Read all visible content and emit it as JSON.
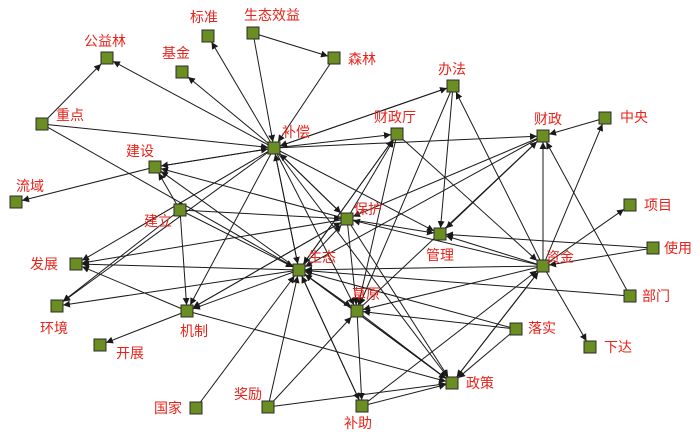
{
  "diagram": {
    "node_color": "#6b8e23",
    "label_color": "#e8231b",
    "edge_color": "#1a1a1a",
    "nodes": [
      {
        "id": "gongyilin",
        "label": "公益林"
      },
      {
        "id": "biaozhun",
        "label": "标准"
      },
      {
        "id": "shengtaixiaoyi",
        "label": "生态效益"
      },
      {
        "id": "jijin",
        "label": "基金"
      },
      {
        "id": "senlin",
        "label": "森林"
      },
      {
        "id": "banfa",
        "label": "办法"
      },
      {
        "id": "zhongdian",
        "label": "重点"
      },
      {
        "id": "caizhengting",
        "label": "财政厅"
      },
      {
        "id": "caizheng",
        "label": "财政"
      },
      {
        "id": "zhongyang",
        "label": "中央"
      },
      {
        "id": "buchang",
        "label": "补偿"
      },
      {
        "id": "jianshe",
        "label": "建设"
      },
      {
        "id": "liuyu",
        "label": "流域"
      },
      {
        "id": "jianli",
        "label": "建立"
      },
      {
        "id": "baohu",
        "label": "保护"
      },
      {
        "id": "xiangmu",
        "label": "项目"
      },
      {
        "id": "guanli",
        "label": "管理"
      },
      {
        "id": "shiyong",
        "label": "使用"
      },
      {
        "id": "fazhan",
        "label": "发展"
      },
      {
        "id": "shengtai",
        "label": "生态"
      },
      {
        "id": "zijin",
        "label": "资金"
      },
      {
        "id": "caoyuan",
        "label": "草原"
      },
      {
        "id": "huanjing",
        "label": "环境"
      },
      {
        "id": "jizhi",
        "label": "机制"
      },
      {
        "id": "bumen",
        "label": "部门"
      },
      {
        "id": "luoshi",
        "label": "落实"
      },
      {
        "id": "kaizhan",
        "label": "开展"
      },
      {
        "id": "xiada",
        "label": "下达"
      },
      {
        "id": "guojia",
        "label": "国家"
      },
      {
        "id": "jiangli",
        "label": "奖励"
      },
      {
        "id": "zhengce",
        "label": "政策"
      },
      {
        "id": "buzhu",
        "label": "补助"
      }
    ],
    "edges": [
      [
        "zhongdian",
        "gongyilin"
      ],
      [
        "zhongdian",
        "buchang"
      ],
      [
        "zhongdian",
        "shengtai"
      ],
      [
        "buchang",
        "biaozhun"
      ],
      [
        "buchang",
        "jijin"
      ],
      [
        "buchang",
        "gongyilin"
      ],
      [
        "shengtaixiaoyi",
        "senlin"
      ],
      [
        "shengtaixiaoyi",
        "buchang"
      ],
      [
        "senlin",
        "buchang"
      ],
      [
        "buchang",
        "banfa"
      ],
      [
        "buchang",
        "caizhengting"
      ],
      [
        "buchang",
        "caizheng"
      ],
      [
        "buchang",
        "jianshe"
      ],
      [
        "buchang",
        "huanjing"
      ],
      [
        "buchang",
        "fazhan"
      ],
      [
        "buchang",
        "jizhi"
      ],
      [
        "buchang",
        "shengtai"
      ],
      [
        "buchang",
        "caoyuan"
      ],
      [
        "buchang",
        "zhengce"
      ],
      [
        "buchang",
        "baohu"
      ],
      [
        "buchang",
        "guanli"
      ],
      [
        "zhongyang",
        "caizheng"
      ],
      [
        "caizheng",
        "baohu"
      ],
      [
        "caizheng",
        "shengtai"
      ],
      [
        "caizheng",
        "guanli"
      ],
      [
        "banfa",
        "guanli"
      ],
      [
        "banfa",
        "caoyuan"
      ],
      [
        "banfa",
        "buchang"
      ],
      [
        "caizhengting",
        "zijin"
      ],
      [
        "caizhengting",
        "shengtai"
      ],
      [
        "caizhengting",
        "caoyuan"
      ],
      [
        "jianshe",
        "liuyu"
      ],
      [
        "jianshe",
        "buchang"
      ],
      [
        "jianli",
        "jizhi"
      ],
      [
        "jianli",
        "huanjing"
      ],
      [
        "jianli",
        "baohu"
      ],
      [
        "jianli",
        "shengtai"
      ],
      [
        "jianli",
        "jianshe"
      ],
      [
        "baohu",
        "jianshe"
      ],
      [
        "baohu",
        "fazhan"
      ],
      [
        "baohu",
        "jizhi"
      ],
      [
        "baohu",
        "guanli"
      ],
      [
        "baohu",
        "caoyuan"
      ],
      [
        "baohu",
        "zhengce"
      ],
      [
        "baohu",
        "buchang"
      ],
      [
        "baohu",
        "caizhengting"
      ],
      [
        "shengtai",
        "fazhan"
      ],
      [
        "shengtai",
        "huanjing"
      ],
      [
        "shengtai",
        "jizhi"
      ],
      [
        "shengtai",
        "caoyuan"
      ],
      [
        "shengtai",
        "zhengce"
      ],
      [
        "shengtai",
        "buzhu"
      ],
      [
        "shengtai",
        "baohu"
      ],
      [
        "shengtai",
        "buchang"
      ],
      [
        "shengtai",
        "caizhengting"
      ],
      [
        "shengtai",
        "jianshe"
      ],
      [
        "zijin",
        "caizheng"
      ],
      [
        "zijin",
        "zhongyang"
      ],
      [
        "zijin",
        "xiangmu"
      ],
      [
        "zijin",
        "xiada"
      ],
      [
        "zijin",
        "baohu"
      ],
      [
        "zijin",
        "shengtai"
      ],
      [
        "zijin",
        "guanli"
      ],
      [
        "zijin",
        "banfa"
      ],
      [
        "zijin",
        "zhengce"
      ],
      [
        "zijin",
        "caoyuan"
      ],
      [
        "shiyong",
        "guanli"
      ],
      [
        "shiyong",
        "zijin"
      ],
      [
        "bumen",
        "caizheng"
      ],
      [
        "bumen",
        "shengtai"
      ],
      [
        "luoshi",
        "caoyuan"
      ],
      [
        "luoshi",
        "shengtai"
      ],
      [
        "luoshi",
        "zhengce"
      ],
      [
        "jizhi",
        "fazhan"
      ],
      [
        "jizhi",
        "kaizhan"
      ],
      [
        "jizhi",
        "zhengce"
      ],
      [
        "jizhi",
        "baohu"
      ],
      [
        "caoyuan",
        "buzhu"
      ],
      [
        "caoyuan",
        "zhengce"
      ],
      [
        "caoyuan",
        "caizheng"
      ],
      [
        "jiangli",
        "zhengce"
      ],
      [
        "jiangli",
        "caoyuan"
      ],
      [
        "jiangli",
        "shengtai"
      ],
      [
        "buzhu",
        "zhengce"
      ],
      [
        "buzhu",
        "shengtai"
      ],
      [
        "buzhu",
        "zijin"
      ],
      [
        "guojia",
        "shengtai"
      ],
      [
        "zhengce",
        "shengtai"
      ],
      [
        "zhengce",
        "zijin"
      ]
    ]
  }
}
